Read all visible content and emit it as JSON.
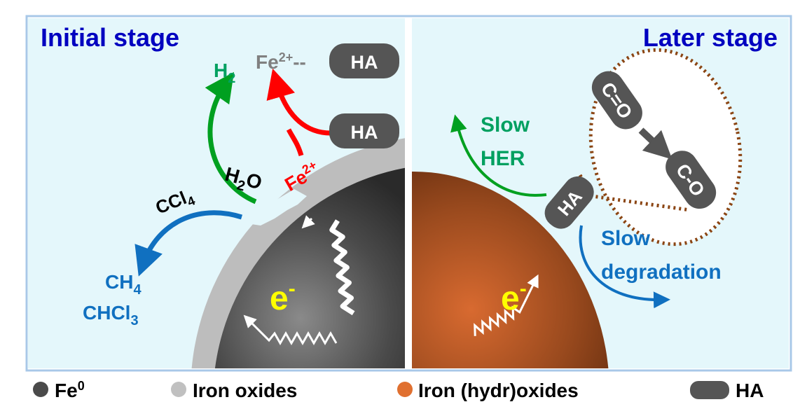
{
  "left_panel": {
    "title": "Initial stage",
    "h2": "H",
    "h2_sub": "2",
    "fe_ha": "Fe",
    "fe_ha_sup": "2+",
    "fe_ha_dash": "--",
    "ha_top": "HA",
    "ha_mid": "HA",
    "h2o_h": "H",
    "h2o_sub": "2",
    "h2o_o": "O",
    "fe2": "Fe",
    "fe2_sup": "2+",
    "ccl4": "CCl",
    "ccl4_sub": "4",
    "ch4": "CH",
    "ch4_sub": "4",
    "chcl3": "CHCl",
    "chcl3_sub": "3",
    "electron": "e",
    "electron_sup": "-"
  },
  "right_panel": {
    "title": "Later stage",
    "slow_her_1": "Slow",
    "slow_her_2": "HER",
    "ha": "HA",
    "c_double_o": "C=O",
    "c_single_o": "C-O",
    "slow_deg_1": "Slow",
    "slow_deg_2": "degradation",
    "electron": "e",
    "electron_sup": "-"
  },
  "legend": [
    {
      "label": "Fe",
      "sup": "0",
      "color": "#4a4a4a"
    },
    {
      "label": "Iron oxides",
      "color": "#c0c0c0"
    },
    {
      "label": "Iron (hydr)oxides",
      "color": "#e07030"
    },
    {
      "label": "HA",
      "color": "#555555"
    }
  ],
  "colors": {
    "title": "#0000c0",
    "green": "#00a040",
    "red": "#ff0000",
    "blue": "#1070c0",
    "panel_bg": "#e4f7fb",
    "frame": "#a8c8e8"
  }
}
